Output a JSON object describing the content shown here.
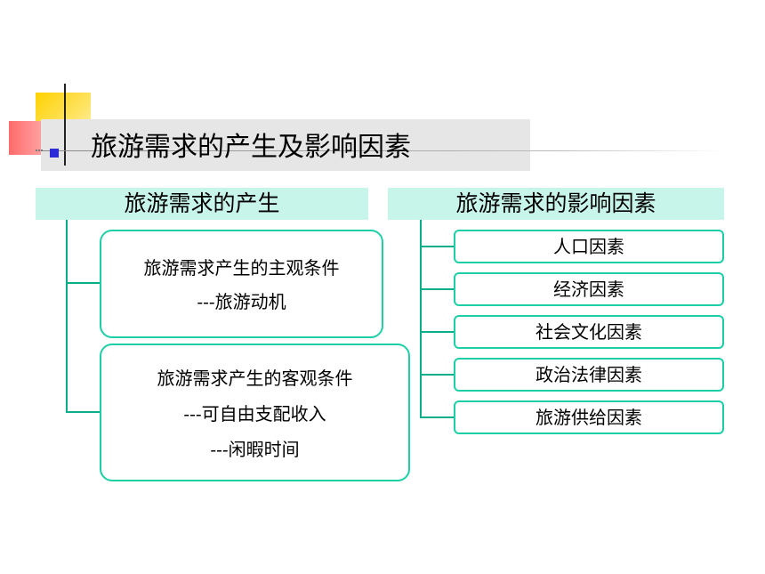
{
  "title": "旅游需求的产生及影响因素",
  "left": {
    "header": "旅游需求的产生",
    "box1": {
      "line1": "旅游需求产生的主观条件",
      "line2": "---旅游动机"
    },
    "box2": {
      "line1": "旅游需求产生的客观条件",
      "line2": "---可自由支配收入",
      "line3": "---闲暇时间"
    }
  },
  "right": {
    "header": "旅游需求的影响因素",
    "factors": [
      "人口因素",
      "经济因素",
      "社会文化因素",
      "政治法律因素",
      "旅游供给因素"
    ]
  },
  "colors": {
    "header_fill": "#c8f5ea",
    "box_border": "#1dcfa6",
    "connector": "#0aae8a",
    "bullet": "#2b2bd8"
  }
}
